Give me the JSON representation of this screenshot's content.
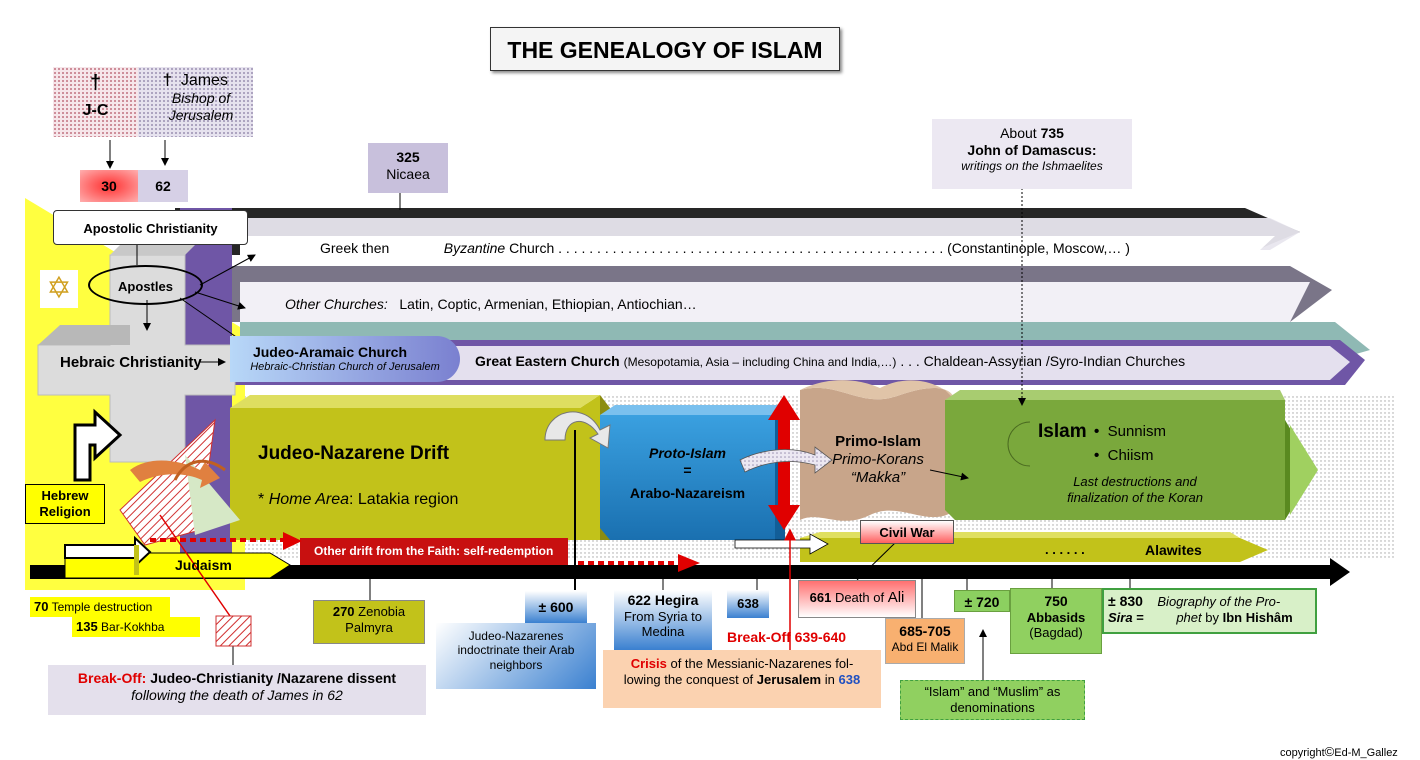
{
  "title": "THE GENEALOGY OF ISLAM",
  "colors": {
    "black_band": "#2a2a2a",
    "gray_band": "#8a8396",
    "purple_band": "#6f56a6",
    "olive": "#c2c21a",
    "blue": "#2a8fd0",
    "tan": "#c8a58a",
    "green": "#7aa83c",
    "red": "#d42020",
    "yellow": "#ffff00",
    "lilac_box": "#d6d0e6"
  },
  "top": {
    "jc_cross": "†",
    "jc_label": "J-C",
    "james_cross": "†",
    "james_name": "James",
    "james_title": "Bishop of Jerusalem",
    "year_30": "30",
    "year_62": "62",
    "nicaea_year": "325",
    "nicaea_place": "Nicaea",
    "john_about": "About",
    "john_year": "735",
    "john_name": "John of Damascus:",
    "john_work": "writings on the  Ishmaelites"
  },
  "left": {
    "apostolic": "Apostolic Christianity",
    "apostles": "Apostles",
    "hebraic": "Hebraic Christianity",
    "hebrew_religion": "Hebrew Religion",
    "star_icon": "✡",
    "judaism": "Judaism"
  },
  "bands": {
    "greek": "Greek  then",
    "byzantine": "Byzantine",
    "church": "Church",
    "byzantine_dots": ". . . . . . . . . . . . . . . . . . . . . . . . . . . . . . . . . . . . . . . . . . . . . . . . . .",
    "byzantine_end": "(Constantinople, Moscow,… )",
    "other_prefix": "Other Churches:",
    "other_list": "Latin, Coptic, Armenian, Ethiopian, Antiochian…",
    "judeo_aramaic": "Judeo-Aramaic Church",
    "judeo_aramaic_sub": "Hebraic-Christian Church of Jerusalem",
    "great_eastern": "Great Eastern Church",
    "great_eastern_rest": "(Mesopotamia, Asia – including China and India,…)",
    "great_eastern_end": ". . . Chaldean-Assyrian /Syro-Indian Churches"
  },
  "middle": {
    "drift_title": "Judeo-Nazarene Drift",
    "drift_star": "*",
    "drift_home_label": "Home Area",
    "drift_home_value": ": Latakia region",
    "proto_islam": "Proto-Islam",
    "equals": "=",
    "arabo": "Arabo-Nazareism",
    "primo_islam": "Primo-Islam",
    "primo_korans": "Primo-Korans",
    "makka": "“Makka”",
    "islam": "Islam",
    "bullet": "•",
    "sunnism": "Sunnism",
    "chiism": "Chiism",
    "islam_note": "Last destructions and finalization of the Koran",
    "other_drift": "Other drift from the Faith: self-redemption",
    "civil_war": "Civil War",
    "alawites_dots": ". . . . . .",
    "alawites": "Alawites"
  },
  "bottom": {
    "temple_year": "70",
    "temple_text": "Temple destruction",
    "bar_year": "135",
    "bar_text": "Bar-Kokhba",
    "zenobia_year": "270",
    "zenobia_name": "Zenobia",
    "zenobia_place": "Palmyra",
    "y600": "± 600",
    "judeo_naz_note": "Judeo-Nazarenes indoctrinate their Arab neighbors",
    "hegira_year": "622",
    "hegira": "Hegira",
    "hegira_sub": "From Syria to Medina",
    "y638": "638",
    "ali_year": "661",
    "ali_text": "Death of",
    "ali_name": "Ali",
    "breakoff2": "Break-Off 639-640",
    "crisis_word": "Crisis",
    "crisis_rest1": "of the Messianic-Nazarenes fol-",
    "crisis_rest2": "lowing the conquest of",
    "crisis_jer": "Jerusalem",
    "crisis_in": "in",
    "crisis_638": "638",
    "abd_years": "685-705",
    "abd_name": "Abd El Malik",
    "y720": "± 720",
    "abbasid_year": "750",
    "abbasid": "Abbasids",
    "abbasid_place": "(Bagdad)",
    "y830": "± 830",
    "sira": "Sira",
    "sira_eq": "=",
    "sira_text1": "Biography of the Pro-",
    "sira_text2": "phet",
    "sira_by": "by",
    "sira_author": "Ibn Hishâm",
    "denom": "“Islam” and “Muslim” as denominations",
    "breakoff1_word": "Break-Off:",
    "breakoff1_rest": "Judeo-Christianity /Nazarene dissent",
    "breakoff1_sub": "following the death of James in 62",
    "copyright": "copyright",
    "copyright_sym": "©",
    "copyright_name": "Ed-M_Gallez"
  }
}
